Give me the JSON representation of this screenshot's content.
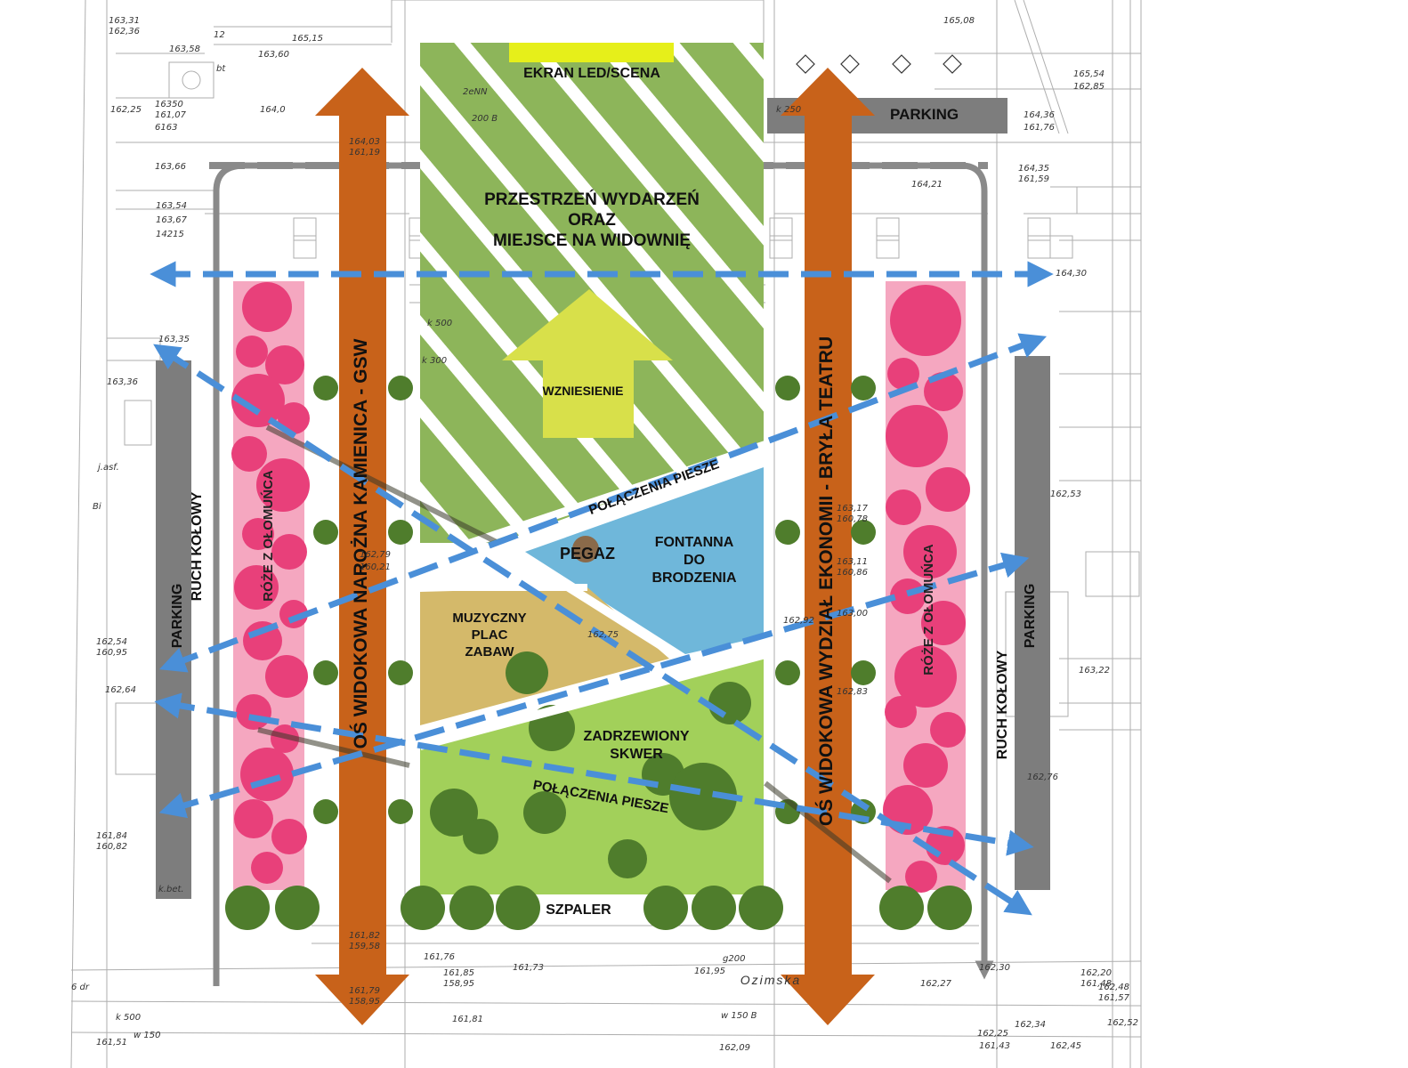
{
  "labels": {
    "screen_stage": "EKRAN LED/SCENA",
    "parking_top": "PARKING",
    "event_space": "PRZESTRZEŃ WYDARZEŃ\nORAZ\nMIEJSCE NA WIDOWNIĘ",
    "elevation": "WZNIESIENIE",
    "pedestrian_links_upper": "POŁĄCZENIA PIESZE",
    "pedestrian_links_lower": "POŁĄCZENIA PIESZE",
    "pegasus": "PEGAZ",
    "fountain": "FONTANNA\nDO\nBRODZENIA",
    "music_playground": "MUZYCZNY\nPLAC\nZABAW",
    "tree_square": "ZADRZEWIONY\nSKWER",
    "tree_row": "SZPALER",
    "axis_left": "OŚ WIDOKOWA NAROŻNA KAMIENICA - GSW",
    "axis_right": "OŚ WIDOKOWA WYDZIAŁ EKONOMII - BRYŁA TEATRU",
    "roses_left": "RÓŻE Z OŁOMUŃCA",
    "roses_right": "RÓŻE Z OŁOMUŃCA",
    "traffic_left": "RUCH KOŁOWY",
    "traffic_right": "RUCH KOŁOWY",
    "parking_left": "PARKING",
    "parking_right": "PARKING",
    "street_name": "Ozimska"
  },
  "survey_text": [
    "163,31",
    "162,36",
    "163,58",
    "12",
    "165,15",
    "165,08",
    "163,60",
    "bt",
    "162,25",
    "16350",
    "161,07",
    "6163",
    "164,0",
    "164,03",
    "161,19",
    "163,66",
    "163,54",
    "163,67",
    "14215",
    "163,35",
    "163,36",
    "j.asf.",
    "Bi",
    "162,54",
    "160,95",
    "162,64",
    "161,84",
    "160,82",
    "k.bet.",
    "6 dr",
    "k 500",
    "w 150",
    "161,51",
    "161,79",
    "158,95",
    "161,82",
    "159,58",
    "161,76",
    "161,85",
    "158,95",
    "161,81",
    "161,73",
    "161,95",
    "g200",
    "w 150 B",
    "162,09",
    "162,30",
    "162,27",
    "162,34",
    "161,43",
    "162,45",
    "162,20",
    "161,48",
    "162,48",
    "161,57",
    "162,52",
    "162,25",
    "165,54",
    "162,85",
    "164,36",
    "161,76",
    "164,35",
    "161,59",
    "164,21",
    "164,30",
    "162,53",
    "163,22",
    "162,76",
    "163,17",
    "160,78",
    "163,11",
    "160,86",
    "163,00",
    "162,92",
    "162,83",
    "162,75",
    "162,79",
    "160,21",
    "k 300",
    "k 250",
    "200 B",
    "2eNN",
    "k 500"
  ],
  "colors": {
    "axis_arrow": "#c8621a",
    "event_green": "#8db55a",
    "square_green": "#a2d05a",
    "fountain_blue": "#6fb7da",
    "playground_tan": "#d4b96a",
    "rose_pink": "#e8407a",
    "rose_light": "#f5a7c0",
    "tree_dark": "#4f7d2c",
    "path_blue": "#4a8fd8",
    "road_grey": "#8a8a8a",
    "parking_grey": "#7d7d7d",
    "elevation_yellow": "#d8e04a",
    "led_yellow": "#e6ef1a",
    "pegasus_brown": "#8a6a4a"
  },
  "icons": [
    "elevation-up-arrow-icon",
    "two-way-arrow-icon",
    "tree-icon",
    "rose-bush-icon"
  ]
}
